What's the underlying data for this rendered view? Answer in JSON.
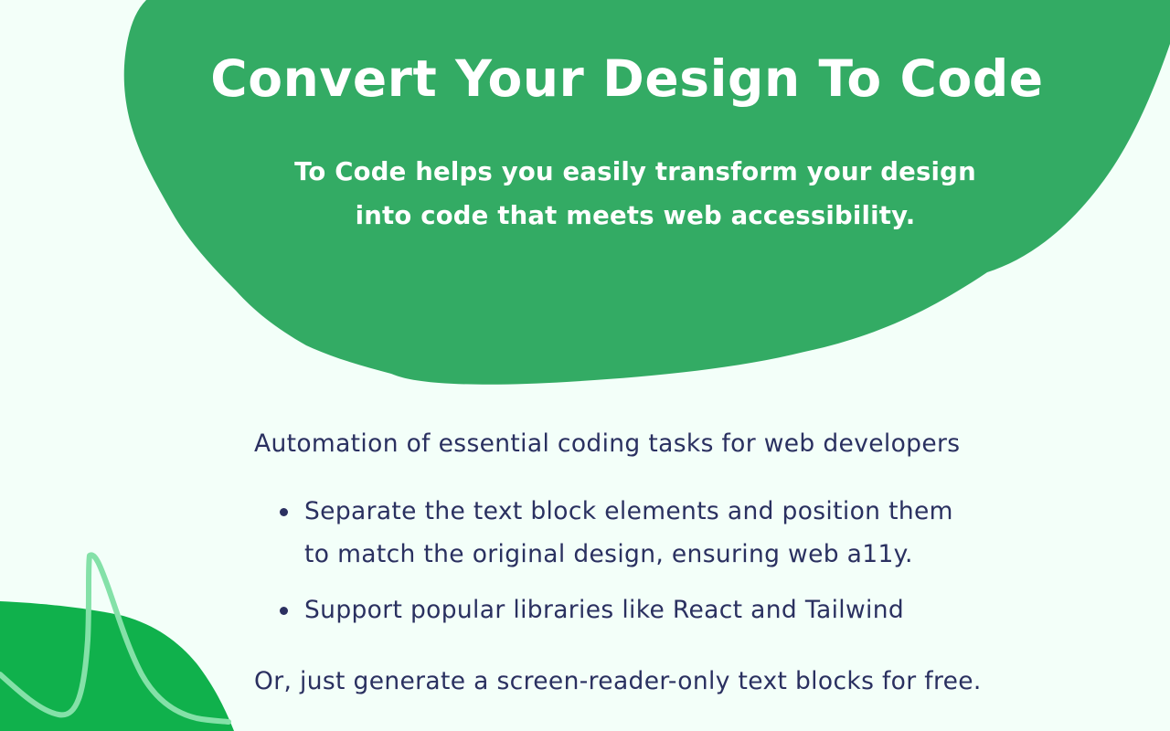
{
  "colors": {
    "background": "#f3fff9",
    "hero_blob": "#33ab64",
    "accent_blob": "#10b14c",
    "accent_line": "#84e1a8",
    "hero_text": "#ffffff",
    "body_text": "#2a3060"
  },
  "hero": {
    "title": "Convert Your Design To Code",
    "subtitle_lines": [
      "To Code helps you easily transform your design",
      "into code that meets web accessibility."
    ]
  },
  "features": {
    "intro": "Automation of essential coding tasks for web developers",
    "items": [
      {
        "lines": [
          "Separate the text block elements and position them",
          "to match the original design, ensuring web a11y."
        ]
      },
      {
        "lines": [
          "Support popular libraries like React and Tailwind"
        ]
      }
    ],
    "outro": "Or, just generate a screen-reader-only text blocks for free."
  },
  "decorations": {
    "hero_blob_icon": "organic-blob-shape",
    "corner_blob_icon": "organic-blob-shape",
    "squiggle_icon": "wavy-line"
  }
}
